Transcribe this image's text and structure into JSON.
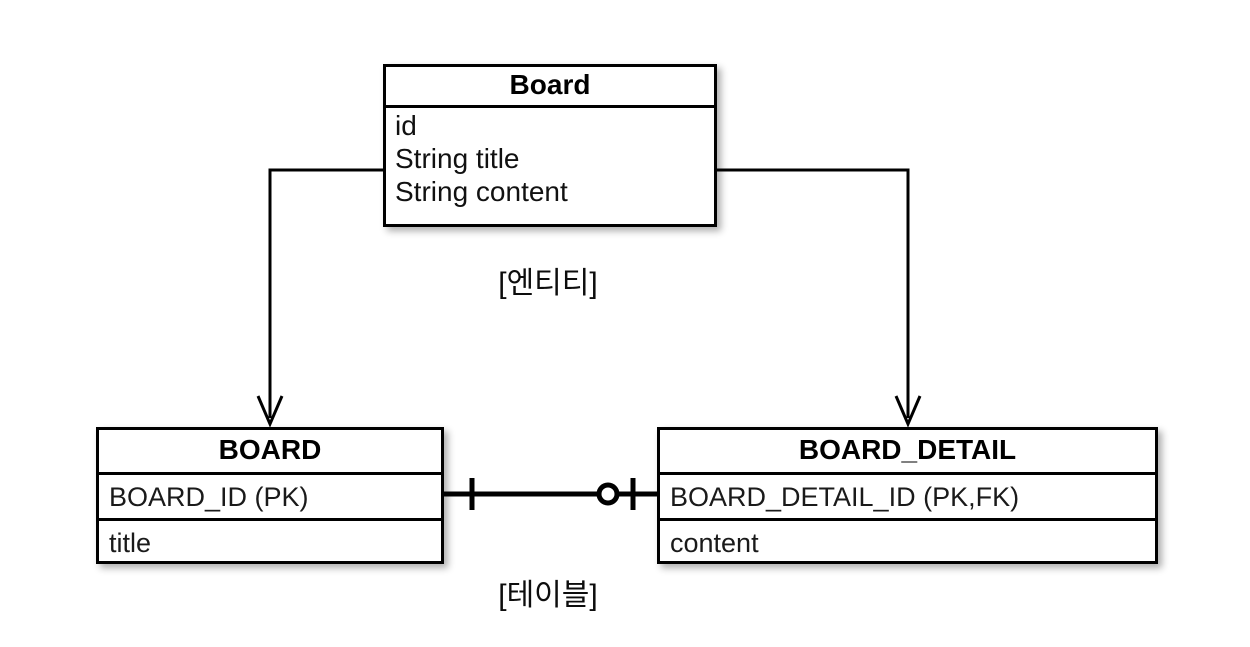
{
  "diagram": {
    "title": "Entity to table mapping diagram",
    "background_color": "#ffffff",
    "line_color": "#000000"
  },
  "entity": {
    "name": "Board",
    "attributes": [
      {
        "label": "id"
      },
      {
        "label": "String title"
      },
      {
        "label": "String content"
      }
    ]
  },
  "tables": [
    {
      "name": "BOARD",
      "columns": [
        {
          "label": "BOARD_ID (PK)"
        },
        {
          "label": "title"
        }
      ]
    },
    {
      "name": "BOARD_DETAIL",
      "columns": [
        {
          "label": "BOARD_DETAIL_ID (PK,FK)"
        },
        {
          "label": "content"
        }
      ]
    }
  ],
  "captions": {
    "entity": "[엔티티]",
    "table": "[테이블]"
  },
  "relationship": {
    "left_cardinality": "one",
    "left_symbol": "tick",
    "right_cardinality": "zero-or-one",
    "right_symbol": "circle-tick"
  },
  "mappings": [
    {
      "from": "Board",
      "to": "BOARD",
      "style": "open-arrow"
    },
    {
      "from": "Board",
      "to": "BOARD_DETAIL",
      "style": "open-arrow"
    }
  ]
}
